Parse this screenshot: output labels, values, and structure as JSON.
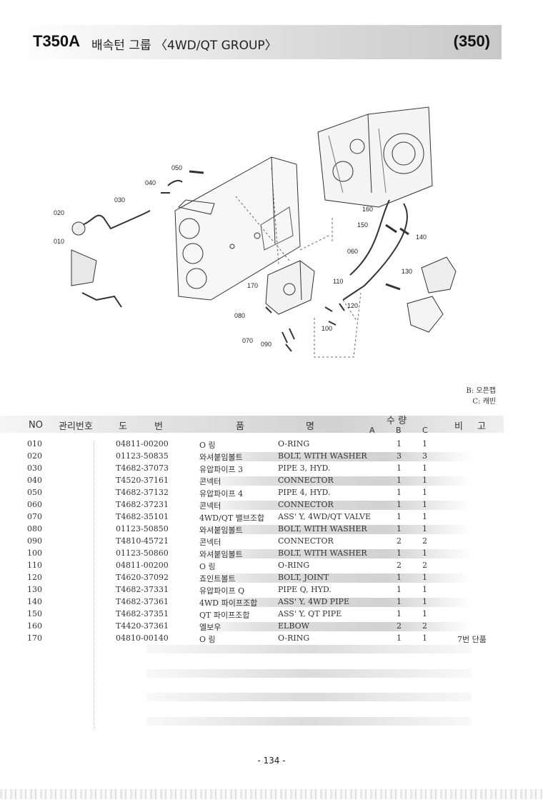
{
  "header": {
    "model": "T350A",
    "title": "배속턴 그룹 〈4WD/QT GROUP〉",
    "page_code": "(350)"
  },
  "diagram": {
    "callouts": [
      "010",
      "020",
      "030",
      "040",
      "050",
      "060",
      "070",
      "080",
      "090",
      "100",
      "110",
      "120",
      "130",
      "140",
      "150",
      "160",
      "170"
    ]
  },
  "legend": {
    "b": "B: 오픈캡",
    "c": "C: 캐빈"
  },
  "table": {
    "headers": {
      "no": "NO",
      "mgmt": "관리번호",
      "drawing1": "도",
      "drawing2": "번",
      "name1": "품",
      "name2": "명",
      "qty": "수 량",
      "qty_a": "A",
      "qty_b": "B",
      "qty_c": "C",
      "note1": "비",
      "note2": "고"
    },
    "rows": [
      {
        "no": "010",
        "part": "04811-00200",
        "kr": "O 링",
        "en": "O-RING",
        "a": "",
        "b": "1",
        "c": "1",
        "note": ""
      },
      {
        "no": "020",
        "part": "01123-50835",
        "kr": "와셔붙임볼트",
        "en": "BOLT, WITH WASHER",
        "a": "",
        "b": "3",
        "c": "3",
        "note": ""
      },
      {
        "no": "030",
        "part": "T4682-37073",
        "kr": "유압파이프 3",
        "en": "PIPE 3, HYD.",
        "a": "",
        "b": "1",
        "c": "1",
        "note": ""
      },
      {
        "no": "040",
        "part": "T4520-37161",
        "kr": "콘넥터",
        "en": "CONNECTOR",
        "a": "",
        "b": "1",
        "c": "1",
        "note": ""
      },
      {
        "no": "050",
        "part": "T4682-37132",
        "kr": "유압파이프 4",
        "en": "PIPE 4, HYD.",
        "a": "",
        "b": "1",
        "c": "1",
        "note": ""
      },
      {
        "no": "060",
        "part": "T4682-37231",
        "kr": "콘넥터",
        "en": "CONNECTOR",
        "a": "",
        "b": "1",
        "c": "1",
        "note": ""
      },
      {
        "no": "070",
        "part": "T4682-35101",
        "kr": "4WD/QT 밸브조합",
        "en": "ASS' Y, 4WD/QT VALVE",
        "a": "",
        "b": "1",
        "c": "1",
        "note": ""
      },
      {
        "no": "080",
        "part": "01123-50850",
        "kr": "와셔붙임볼트",
        "en": "BOLT, WITH WASHER",
        "a": "",
        "b": "1",
        "c": "1",
        "note": ""
      },
      {
        "no": "090",
        "part": "T4810-45721",
        "kr": "콘넥터",
        "en": "CONNECTOR",
        "a": "",
        "b": "2",
        "c": "2",
        "note": ""
      },
      {
        "no": "100",
        "part": "01123-50860",
        "kr": "와셔붙임볼트",
        "en": "BOLT, WITH WASHER",
        "a": "",
        "b": "1",
        "c": "1",
        "note": ""
      },
      {
        "no": "110",
        "part": "04811-00200",
        "kr": "O 링",
        "en": "O-RING",
        "a": "",
        "b": "2",
        "c": "2",
        "note": ""
      },
      {
        "no": "120",
        "part": "T4620-37092",
        "kr": "죠인트볼트",
        "en": "BOLT, JOINT",
        "a": "",
        "b": "1",
        "c": "1",
        "note": ""
      },
      {
        "no": "130",
        "part": "T4682-37331",
        "kr": "유압파이프 Q",
        "en": "PIPE Q, HYD.",
        "a": "",
        "b": "1",
        "c": "1",
        "note": ""
      },
      {
        "no": "140",
        "part": "T4682-37361",
        "kr": "4WD 파이프조합",
        "en": "ASS' Y, 4WD PIPE",
        "a": "",
        "b": "1",
        "c": "1",
        "note": ""
      },
      {
        "no": "150",
        "part": "T4682-37351",
        "kr": "QT 파이프조합",
        "en": "ASS' Y, QT PIPE",
        "a": "",
        "b": "1",
        "c": "1",
        "note": ""
      },
      {
        "no": "160",
        "part": "T4420-37361",
        "kr": "엘보우",
        "en": "ELBOW",
        "a": "",
        "b": "2",
        "c": "2",
        "note": ""
      },
      {
        "no": "170",
        "part": "04810-00140",
        "kr": "O 링",
        "en": "O-RING",
        "a": "",
        "b": "1",
        "c": "1",
        "note": "7번 단품"
      }
    ]
  },
  "footer": {
    "page_number": "- 134 -"
  }
}
